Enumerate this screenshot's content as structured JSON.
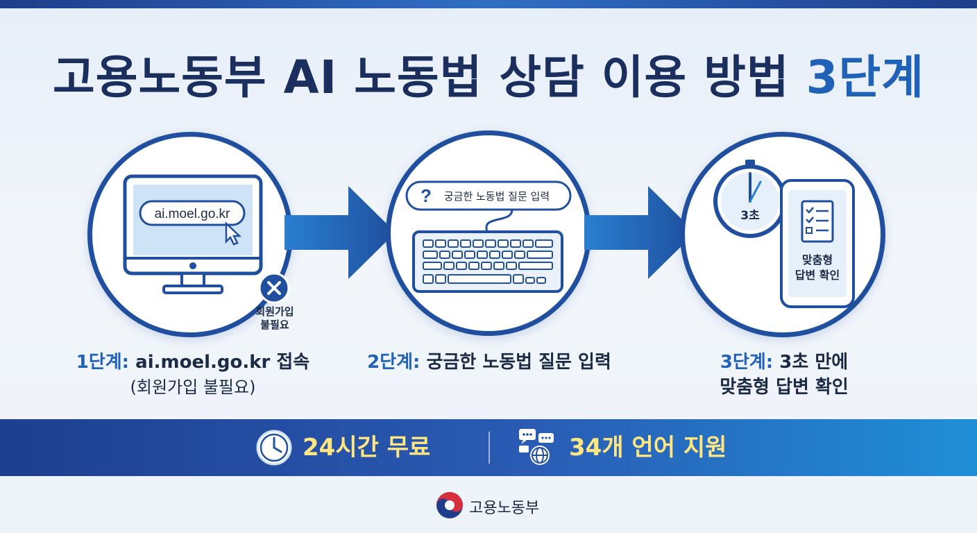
{
  "title": {
    "main": "고용노동부 AI 노동법 상담 이용 방법",
    "accent": "3단계"
  },
  "step1": {
    "url": "ai.moel.go.kr",
    "badge_line1": "회원가입",
    "badge_line2": "불필요",
    "caption_label": "1단계:",
    "caption_text": "ai.moel.go.kr 접속",
    "caption_sub": "(회원가입 불필요)"
  },
  "step2": {
    "bubble_symbol": "?",
    "bubble_text": "궁금한 노동법 질문 입력",
    "caption_label": "2단계:",
    "caption_text": "궁금한 노동법 질문 입력"
  },
  "step3": {
    "clock_text": "3초",
    "phone_line1": "맞춤형",
    "phone_line2": "답변 확인",
    "caption_label": "3단계:",
    "caption_line1": "3초 만에",
    "caption_line2": "맞춤형 답변 확인"
  },
  "band": {
    "left": "24시간 무료",
    "right": "34개 언어 지원"
  },
  "footer": {
    "org": "고용노동부"
  },
  "colors": {
    "primary": "#1f4f9e",
    "accent": "#1f62b8",
    "highlight": "#ffe680"
  },
  "icons": [
    "monitor-icon",
    "cursor-icon",
    "close-icon",
    "keyboard-icon",
    "clock-icon",
    "phone-icon",
    "checklist-icon",
    "chat-globe-icon",
    "government-emblem-icon"
  ]
}
